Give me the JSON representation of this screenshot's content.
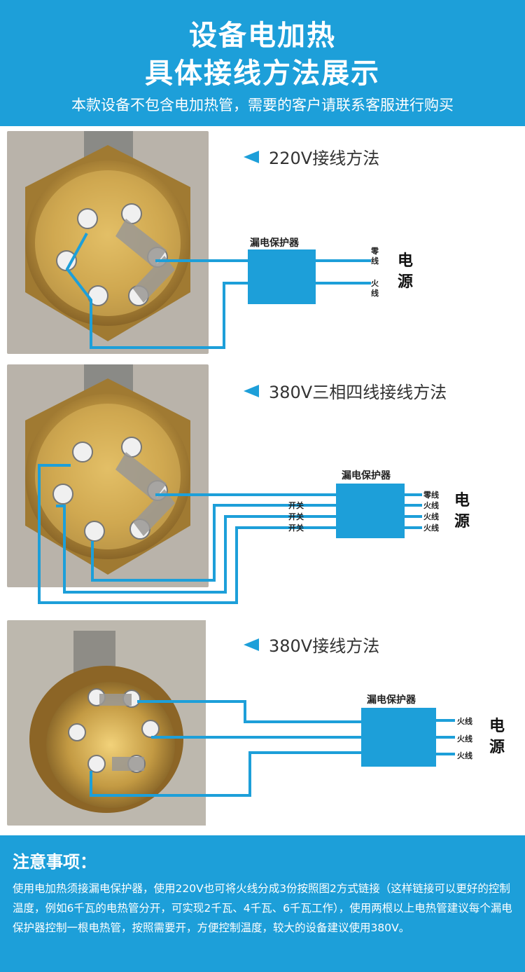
{
  "header": {
    "title_line1": "设备电加热",
    "title_line2": "具体接线方法展示",
    "subtitle": "本款设备不包含电加热管，需要的客户请联系客服进行购买"
  },
  "sections": [
    {
      "title": "220V接线方法",
      "protector_label": "漏电保护器",
      "outputs": [
        "零线",
        "火线"
      ],
      "power_label": "电源"
    },
    {
      "title": "380V三相四线接线方法",
      "protector_label": "漏电保护器",
      "switch_labels": [
        "开关",
        "开关",
        "开关"
      ],
      "outputs": [
        "零线",
        "火线",
        "火线",
        "火线"
      ],
      "power_label": "电源"
    },
    {
      "title": "380V接线方法",
      "protector_label": "漏电保护器",
      "outputs": [
        "火线",
        "火线",
        "火线"
      ],
      "power_label": "电源"
    }
  ],
  "notice": {
    "title": "注意事项：",
    "body": "使用电加热须接漏电保护器，使用220V也可将火线分成3份按照图2方式链接（这样链接可以更好的控制温度，例如6千瓦的电热管分开，可实现2千瓦、4千瓦、6千瓦工作），使用两根以上电热管建议每个漏电保护器控制一根电热管，按照需要开，方便控制温度，较大的设备建议使用380V。"
  },
  "colors": {
    "accent": "#1d9fd9",
    "brass": "#b48a3c",
    "background": "#ffffff"
  }
}
